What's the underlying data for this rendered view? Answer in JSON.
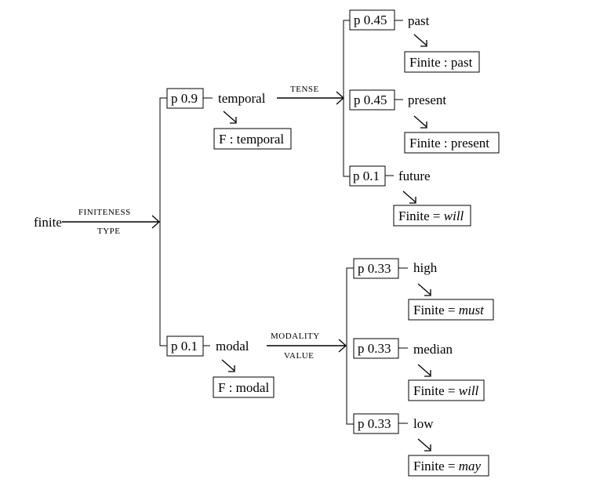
{
  "root": {
    "label": "finite"
  },
  "finiteness": {
    "system_label_line1": "FINITENESS",
    "system_label_line2": "TYPE",
    "temporal": {
      "prob": "p 0.9",
      "label": "temporal",
      "realization": "F : temporal"
    },
    "modal": {
      "prob": "p 0.1",
      "label": "modal",
      "realization": "F : modal"
    }
  },
  "tense": {
    "system_label": "TENSE",
    "options": [
      {
        "prob": "p 0.45",
        "label": "past",
        "realization_prefix": "Finite : ",
        "realization_value": "past"
      },
      {
        "prob": "p 0.45",
        "label": "present",
        "realization_prefix": "Finite : ",
        "realization_value": "present"
      },
      {
        "prob": "p 0.1",
        "label": "future",
        "realization_prefix": "Finite = ",
        "realization_value": "will"
      }
    ]
  },
  "modality": {
    "system_label_line1": "MODALITY",
    "system_label_line2": "VALUE",
    "options": [
      {
        "prob": "p 0.33",
        "label": "high",
        "realization_prefix": "Finite = ",
        "realization_value": "must"
      },
      {
        "prob": "p 0.33",
        "label": "median",
        "realization_prefix": "Finite = ",
        "realization_value": "will"
      },
      {
        "prob": "p 0.33",
        "label": "low",
        "realization_prefix": "Finite = ",
        "realization_value": "may"
      }
    ]
  }
}
